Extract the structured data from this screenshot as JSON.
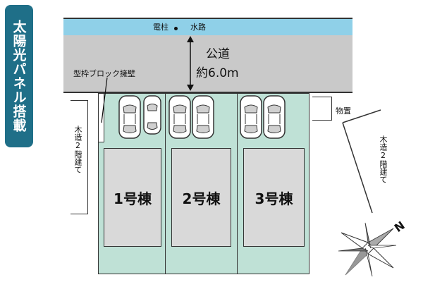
{
  "solar": {
    "label": "太陽光パネル搭載"
  },
  "road": {
    "pole_label": "電柱",
    "canal_label": "水路",
    "type_label": "公道",
    "width_label": "約6.0m"
  },
  "wall": {
    "label": "型枠ブロック擁壁"
  },
  "lots": [
    {
      "name": "1号棟"
    },
    {
      "name": "2号棟"
    },
    {
      "name": "3号棟"
    }
  ],
  "storage": {
    "label": "物置"
  },
  "neighbors": {
    "left_label": "木造2階建て",
    "right_label": "木造2階建て"
  },
  "compass": {
    "north_label": "N"
  }
}
